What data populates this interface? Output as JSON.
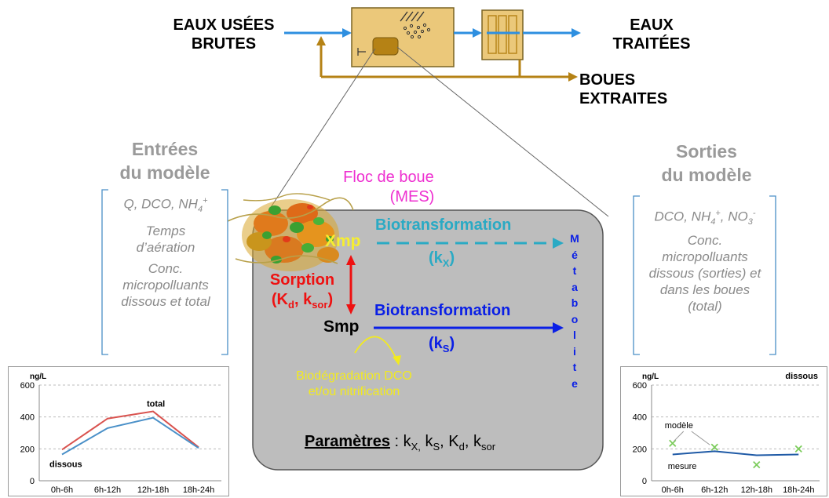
{
  "process": {
    "inlet": [
      "EAUX USÉES",
      "BRUTES"
    ],
    "outlet": [
      "EAUX",
      "TRAITÉES"
    ],
    "sludge": [
      "BOUES",
      "EXTRAITES"
    ]
  },
  "inputs": {
    "title": [
      "Entrées",
      "du modèle"
    ],
    "items": [
      "Q, DCO, NH",
      "4",
      "+",
      "Temps d’aération",
      "Conc. micropolluants dissous et total"
    ]
  },
  "outputs": {
    "title": [
      "Sorties",
      "du modèle"
    ],
    "items": [
      "DCO, NH",
      "4",
      "+",
      ", NO",
      "3",
      "-",
      "Conc. micropolluants dissous (sorties) et dans les boues (total)"
    ]
  },
  "model": {
    "floc": [
      "Floc de boue",
      "(MES)"
    ],
    "xmp": "Xmp",
    "smp": "Smp",
    "sorption": "Sorption",
    "sorption_params": [
      "(K",
      "d",
      ", k",
      "sor",
      ")"
    ],
    "biotrans_x": "Biotransformation",
    "kx": [
      "(k",
      "X",
      ")"
    ],
    "biotrans_s": "Biotransformation",
    "ks": [
      "(k",
      "S",
      ")"
    ],
    "metabolite_letters": [
      "M",
      "é",
      "t",
      "a",
      "b",
      "o",
      "l",
      "i",
      "t",
      "e"
    ],
    "biodeg": [
      "Biodégradation DCO",
      "et/ou nitrification"
    ],
    "params_label": "Paramètres",
    "params_rest": [
      " : k",
      "X,",
      " k",
      "S",
      ", K",
      "d",
      ", k",
      "sor"
    ]
  },
  "chart_data": [
    {
      "type": "line",
      "ylabel": "ng/L",
      "categories": [
        "0h-6h",
        "6h-12h",
        "12h-18h",
        "18h-24h"
      ],
      "yticks": [
        0,
        200,
        400,
        600
      ],
      "ylim": [
        0,
        600
      ],
      "grid": true,
      "series": [
        {
          "name": "total",
          "color": "#d9534f",
          "values": [
            195,
            390,
            435,
            210
          ]
        },
        {
          "name": "dissous",
          "color": "#4a90c8",
          "values": [
            165,
            330,
            395,
            205
          ]
        }
      ]
    },
    {
      "type": "line",
      "title": "dissous",
      "ylabel": "ng/L",
      "categories": [
        "0h-6h",
        "6h-12h",
        "12h-18h",
        "18h-24h"
      ],
      "yticks": [
        0,
        200,
        400,
        600
      ],
      "ylim": [
        0,
        600
      ],
      "grid": true,
      "series": [
        {
          "name": "modèle",
          "color": "#1f5aa6",
          "values": [
            165,
            185,
            160,
            165
          ]
        },
        {
          "name": "mesure",
          "color": "#7ccc5c",
          "marker": "x",
          "values": [
            235,
            210,
            100,
            200
          ]
        }
      ],
      "annotations": [
        "modèle",
        "mesure"
      ]
    }
  ],
  "colors": {
    "tank": "#ebc87a",
    "tank_border": "#7a6322",
    "water": "#2e8fe0",
    "sludge": "#b58215",
    "model_box": "#bdbdbd",
    "cyan": "#2aaac4",
    "blue": "#0a1fe6",
    "red": "#ee1111",
    "yellow": "#f2ea20",
    "magenta": "#ee2fd0"
  }
}
